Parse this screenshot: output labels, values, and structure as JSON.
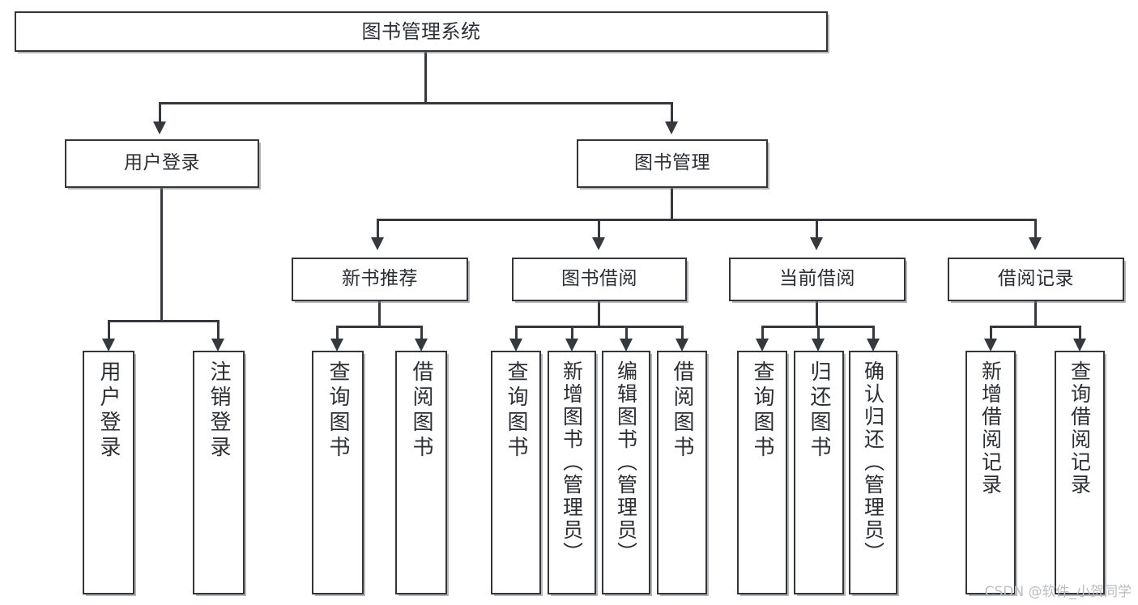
{
  "diagram": {
    "title": "图书管理系统",
    "type": "tree-hierarchy-functional-decomposition",
    "root": {
      "label": "图书管理系统"
    },
    "level2": [
      {
        "label": "用户登录"
      },
      {
        "label": "图书管理"
      }
    ],
    "level3": [
      {
        "label": "新书推荐"
      },
      {
        "label": "图书借阅"
      },
      {
        "label": "当前借阅"
      },
      {
        "label": "借阅记录"
      }
    ],
    "leaves": {
      "user_login": [
        {
          "label": "用户登录"
        },
        {
          "label": "注销登录"
        }
      ],
      "new_book_rec": [
        {
          "label": "查询图书"
        },
        {
          "label": "借阅图书"
        }
      ],
      "book_borrow": [
        {
          "label": "查询图书"
        },
        {
          "label": "新增图书（管理员）"
        },
        {
          "label": "编辑图书（管理员）"
        },
        {
          "label": "借阅图书"
        }
      ],
      "current_borrow": [
        {
          "label": "查询图书"
        },
        {
          "label": "归还图书"
        },
        {
          "label": "确认归还（管理员）"
        }
      ],
      "borrow_record": [
        {
          "label": "新增借阅记录"
        },
        {
          "label": "查询借阅记录"
        }
      ]
    }
  },
  "watermark": {
    "text": "CSDN @软件_小贺同学"
  },
  "colors": {
    "box_border": "#32363a",
    "connector": "#35393d",
    "background": "#ffffff",
    "text": "#2b2f33",
    "watermark": "#b9bcc0"
  }
}
